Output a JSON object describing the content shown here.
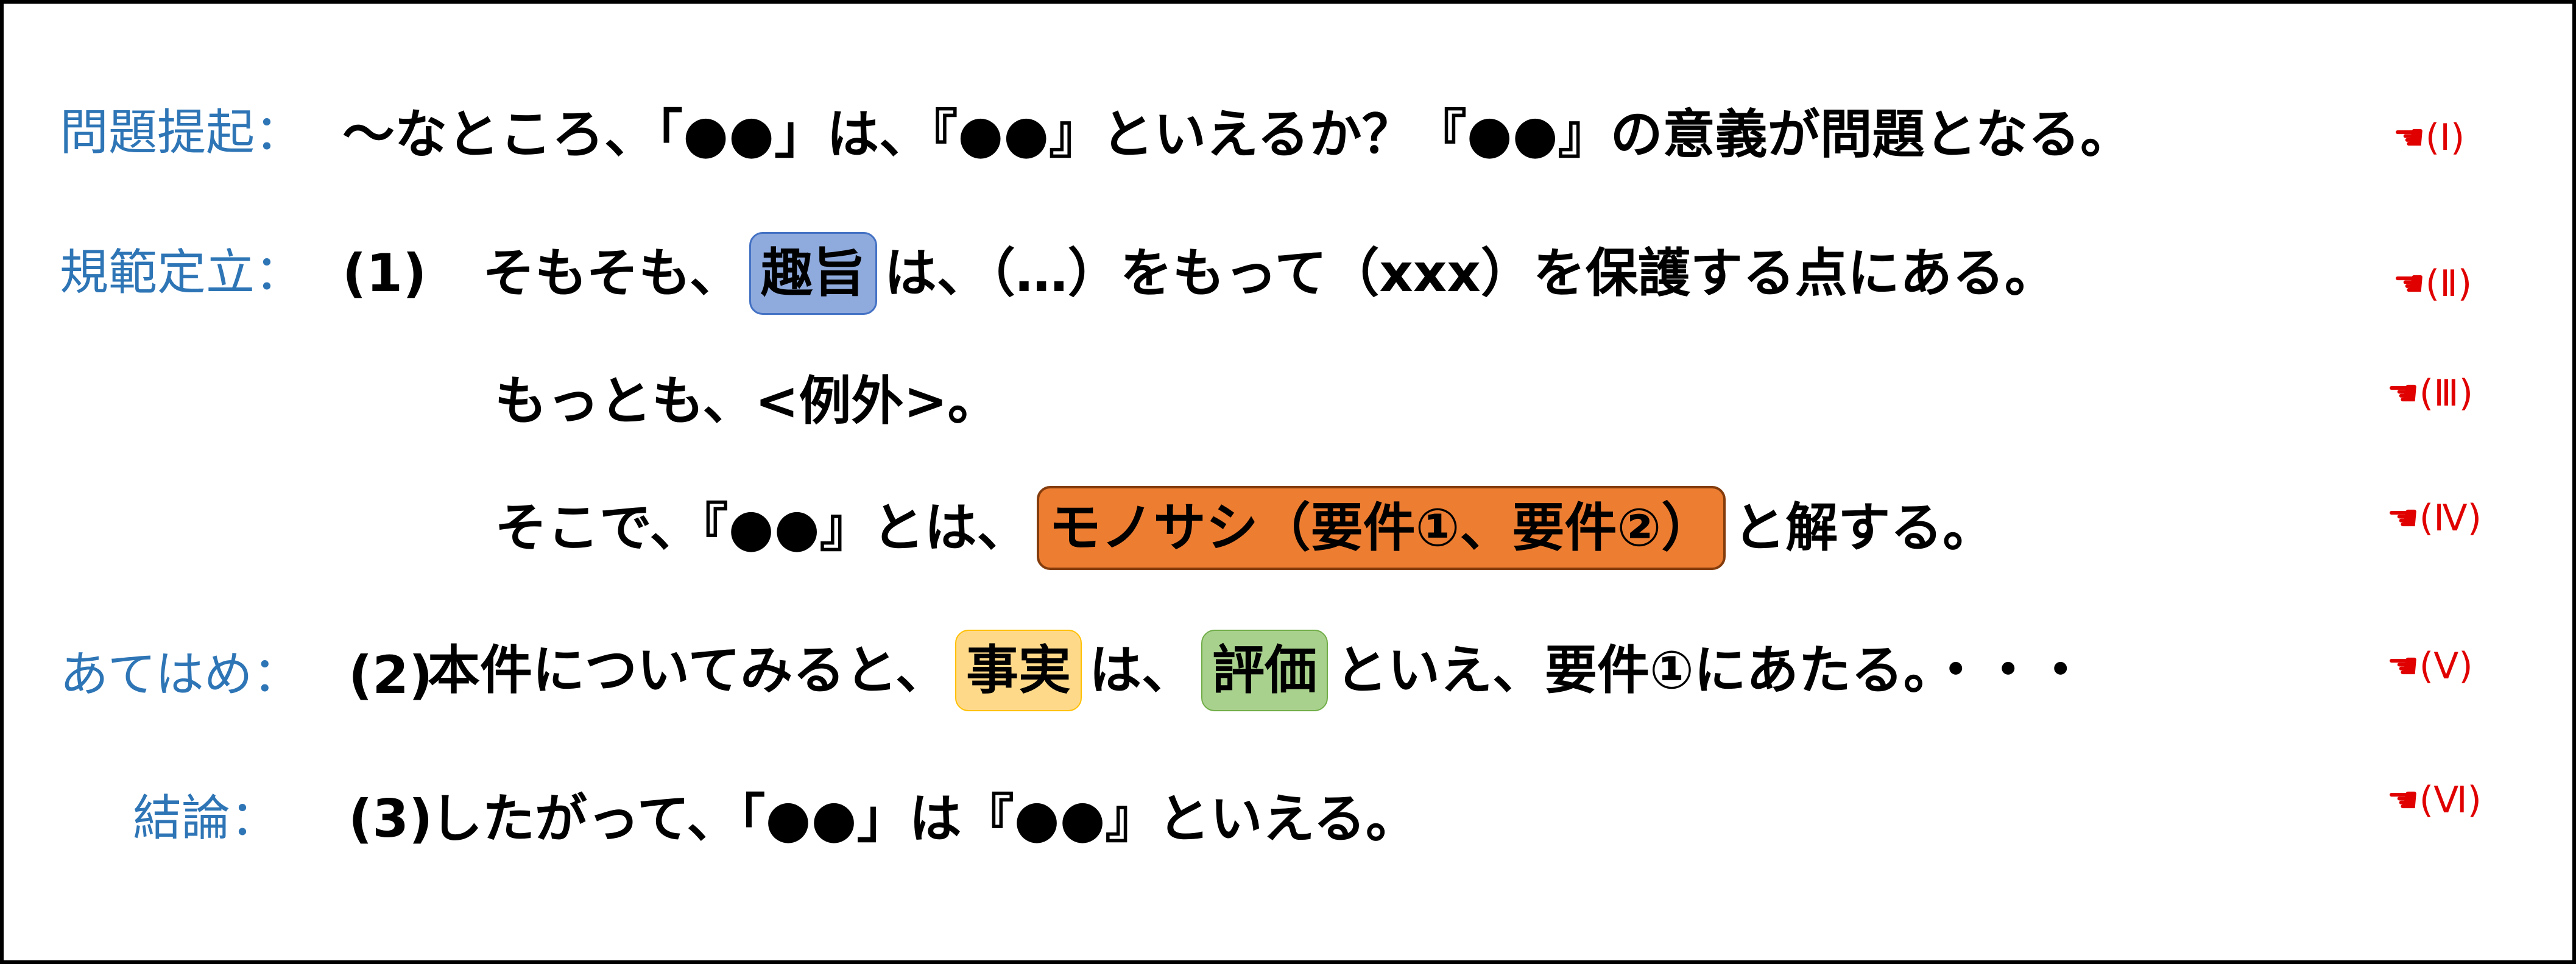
{
  "rows": {
    "issue": {
      "label": "問題提起：",
      "text": "～なところ、「●●」は、『●●』といえるか？『●●』の意義が問題となる。",
      "mark": "☚(Ⅰ)"
    },
    "norm1": {
      "label": "規範定立：",
      "number": "(1)",
      "pre": "そもそも、",
      "highlight": "趣旨",
      "post": "は、（…）をもって（xxx）を保護する点にある。",
      "mark": "☚(Ⅱ)"
    },
    "norm2": {
      "text": "もっとも、<例外>。",
      "mark": "☚(Ⅲ)"
    },
    "norm3": {
      "pre": "そこで、『●●』とは、",
      "highlight": "モノサシ（要件①、要件②）",
      "post": "と解する。",
      "mark": "☚(Ⅳ)"
    },
    "application": {
      "label": "あてはめ：",
      "number": "(2)",
      "pre": "本件についてみると、",
      "highlight1": "事実",
      "mid": "は、",
      "highlight2": "評価",
      "post": "といえ、要件①にあたる。・・・",
      "mark": "☚(Ⅴ)"
    },
    "conclusion": {
      "label": "結論：",
      "number": "(3)",
      "text": "したがって、「●●」は『●●』といえる。",
      "mark": "☚(Ⅵ)"
    }
  },
  "colors": {
    "label": "#2e75b6",
    "mark": "#e00000",
    "highlight_blue": "#8faadc",
    "highlight_orange": "#ed7d31",
    "highlight_yellow": "#ffd98a",
    "highlight_green": "#a9d18e"
  }
}
